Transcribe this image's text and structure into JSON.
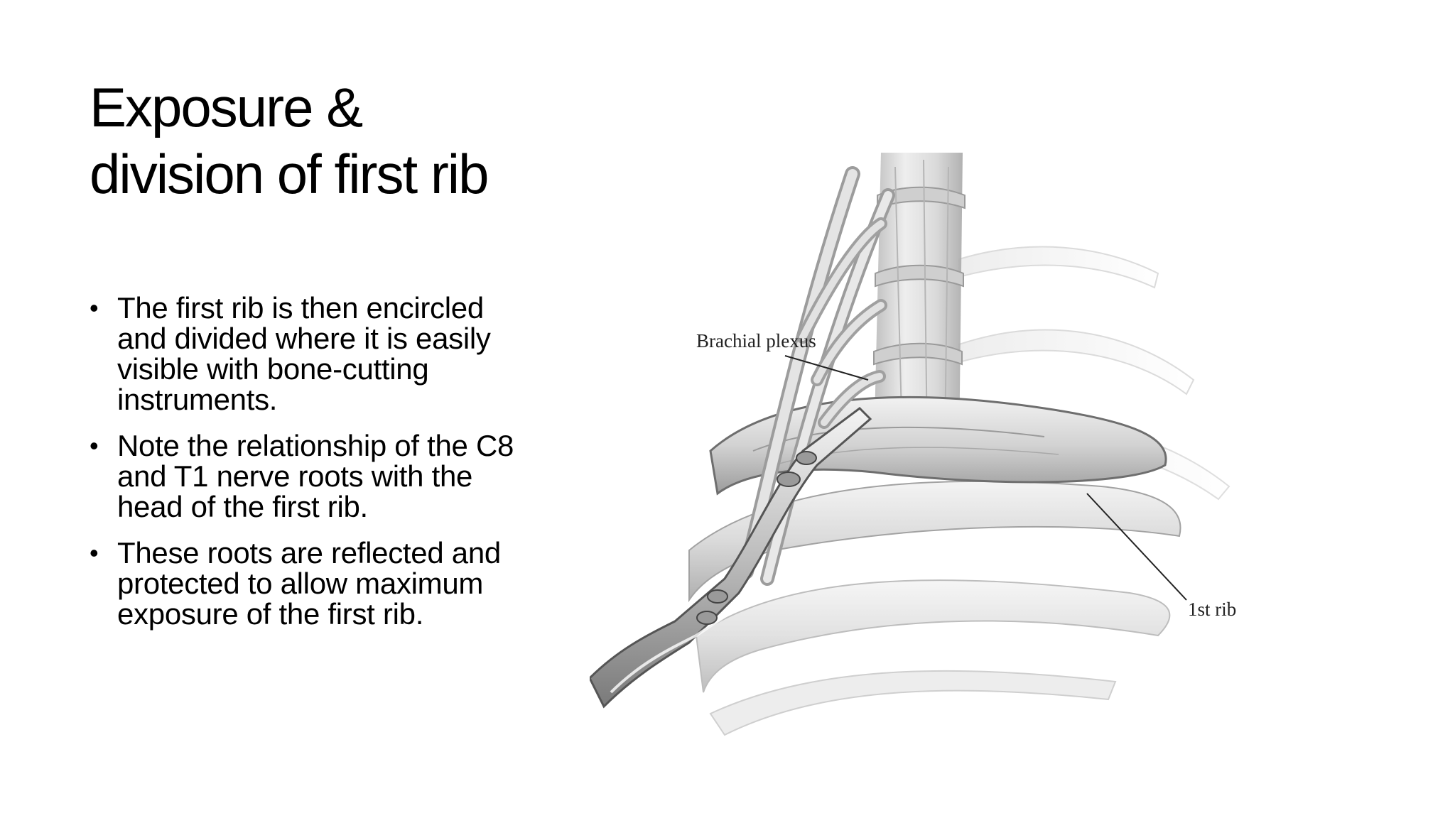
{
  "slide": {
    "title": "Exposure & division of first rib",
    "bullets": [
      "The first rib is then encircled and divided where it is easily visible with bone-cutting instruments.",
      "Note the relationship of the C8 and T1 nerve roots with the head of the first rib.",
      "These roots are reflected and protected to allow maximum exposure of the first rib."
    ],
    "bullet_glyph": "•"
  },
  "illustration": {
    "labels": {
      "brachial_plexus": "Brachial plexus",
      "first_rib": "1st rib"
    }
  }
}
